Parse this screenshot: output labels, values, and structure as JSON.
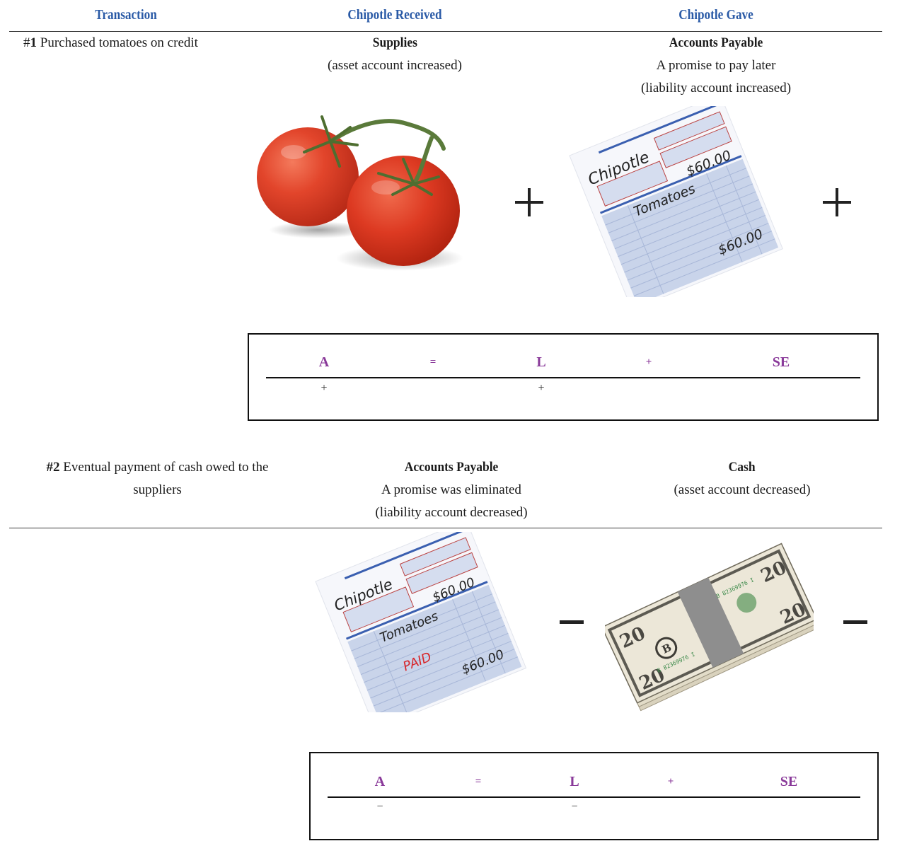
{
  "headers": {
    "transaction": "Transaction",
    "received": "Chipotle Received",
    "gave": "Chipotle Gave"
  },
  "colors": {
    "header_blue": "#2a5aa6",
    "equation_purple": "#8a3a9a",
    "tomato_red": "#e0432a",
    "invoice_blue": "#c9d4ea",
    "paid_red": "#d8262a"
  },
  "transactions": [
    {
      "number": "#1",
      "description": "Purchased tomatoes on credit",
      "received": {
        "account": "Supplies",
        "lines": [
          "(asset account increased)"
        ],
        "image": "tomatoes-image",
        "sign": "+"
      },
      "gave": {
        "account": "Accounts Payable",
        "lines": [
          "A promise to pay later",
          "(liability account increased)"
        ],
        "image": "invoice-image",
        "invoice": {
          "company": "Chipotle",
          "item": "Tomatoes",
          "amount": "$60.00",
          "total": "$60.00"
        },
        "sign": "+"
      },
      "equation": {
        "labels": [
          "A",
          "=",
          "L",
          "+",
          "SE"
        ],
        "effects": {
          "A": "+",
          "L": "+",
          "SE": ""
        }
      }
    },
    {
      "number": "#2",
      "description_line1": "Eventual payment of cash owed to the",
      "description_line2": "suppliers",
      "received": {
        "account": "Accounts Payable",
        "lines": [
          "A promise was eliminated",
          "(liability account decreased)"
        ],
        "image": "paid-invoice-image",
        "invoice": {
          "company": "Chipotle",
          "item": "Tomatoes",
          "amount": "$60.00",
          "stamp": "PAID",
          "total": "$60.00"
        },
        "sign": "−"
      },
      "gave": {
        "account": "Cash",
        "lines": [
          "(asset account decreased)"
        ],
        "image": "cash-stack-image",
        "sign": "−"
      },
      "equation": {
        "labels": [
          "A",
          "=",
          "L",
          "+",
          "SE"
        ],
        "effects": {
          "A": "−",
          "L": "−",
          "SE": ""
        }
      }
    }
  ]
}
